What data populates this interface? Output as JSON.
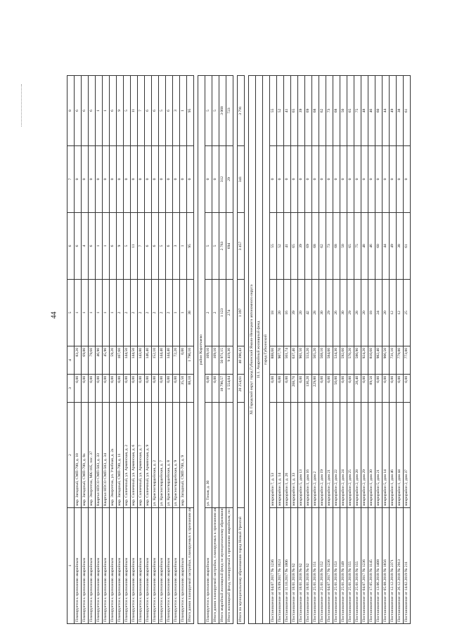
{
  "page_number": "44",
  "header": [
    "1",
    "2",
    "3",
    "4",
    "5",
    "6",
    "7",
    "8"
  ],
  "block1": [
    [
      "Планируется к признанию аварийным",
      "мкр. Западный, СМП-700, д. 18",
      "0,00",
      "83,20",
      "1",
      "6",
      "0",
      "6"
    ],
    [
      "Планируется к признанию аварийным",
      "мкр. Западный, СМП-700, д. 8а",
      "0,00",
      "69,80",
      "1",
      "4",
      "0",
      "6"
    ],
    [
      "Планируется к признанию аварийным",
      "мкр. Энергетик, МК-105, пос. 37",
      "0,00",
      "79,60",
      "1",
      "6",
      "0",
      "6"
    ],
    [
      "Планируется к признанию аварийным",
      "Квартал НПСО СМП-503, д. 33",
      "0,00",
      "46,90",
      "1",
      "1",
      "0",
      "1"
    ],
    [
      "Планируется к признанию аварийным",
      "Квартал НПСО СМП-503, д. 34",
      "0,00",
      "45,90",
      "1",
      "1",
      "0",
      "1"
    ],
    [
      "Планируется к признанию аварийным",
      "мкр. Энергетик, ул. Учебная, д. 2а",
      "0,00",
      "59,20",
      "1",
      "6",
      "0",
      "6"
    ],
    [
      "Планируется к признанию аварийным",
      "мкр. Западный, СМП-700, д. 11",
      "0,00",
      "107,60",
      "2",
      "9",
      "0",
      "9"
    ],
    [
      "Планируется к признанию аварийным",
      "мкр. Солнечный, ул. Армянская, д. 2",
      "0,00",
      "144,50",
      "2",
      "5",
      "0",
      "5"
    ],
    [
      "Планируется к признанию аварийным",
      "мкр. Солнечный, ул. Армянская, д. 6",
      "0,00",
      "144,50",
      "2",
      "11",
      "0",
      "11"
    ],
    [
      "Планируется к признанию аварийным",
      "мкр. Солнечный, ул. Армянская, д. 7",
      "0,00",
      "143,80",
      "2",
      "7",
      "0",
      "7"
    ],
    [
      "Планируется к признанию аварийным",
      "мкр. Солнечный, ул. Армянская, д. 9",
      "0,00",
      "146,40",
      "2",
      "6",
      "0",
      "6"
    ],
    [
      "Планируется к признанию аварийным",
      "ул. Красногвардейская, д. 2",
      "0,00",
      "152,10",
      "2",
      "6",
      "0",
      "6"
    ],
    [
      "Планируется к признанию аварийным",
      "ул. Красногвардейская, д. 7",
      "0,00",
      "144,40",
      "2",
      "5",
      "0",
      "5"
    ],
    [
      "Планируется к признанию аварийным",
      "ул. Красногвардейская, д. 8",
      "0,00",
      "144,40",
      "2",
      "6",
      "0",
      "6"
    ],
    [
      "Планируется к признанию аварийным",
      "ул. Красногвардейская, д. 9",
      "0,00",
      "72,20",
      "1",
      "3",
      "0",
      "3"
    ],
    [
      "Планируется к признанию аварийным",
      "мкр. Западный, СМП-700, д. 9",
      "35,50",
      "0,00",
      "1",
      "1",
      "0",
      "1"
    ]
  ],
  "block1_total": [
    "Итого домов планируемой застройки, планируемых к признанию аварийными, по городу Новому Уренгою",
    "",
    "88,10",
    "1 790,10",
    "38",
    "95",
    "0",
    "95"
  ],
  "block2_title": "район Коротчаево",
  "block2": [
    [
      "Планируется к признанию аварийным",
      "ул. Тихая, д. 30",
      "0,00",
      "109,10",
      "2",
      "5",
      "0",
      "5"
    ]
  ],
  "block2_totals": [
    [
      "Итого домов планируемой застройки, планируемых к признанию аварийными, по району Коротчаево",
      "",
      "0,00",
      "109,10",
      "2",
      "5",
      "0",
      "5"
    ],
    [
      "Итого аварийный жилищный фонд по муниципальному образованию город Новый Уренгой",
      "",
      "18 790,57",
      "50 971,15",
      "1 123",
      "2 763",
      "312",
      "3 068"
    ],
    [
      "Итого жилищный фонд, планируемый к признанию аварийным, по муниципальному образованию город Новый Уренгой",
      "",
      "1 554,04",
      "9 419,30",
      "274",
      "694",
      "29",
      "723"
    ]
  ],
  "grand_total": [
    "Итого по муниципальному образованию город Новый Уренгой",
    "",
    "20 254,61",
    "40 390,43",
    "1 397",
    "3 457",
    "341",
    "3 791"
  ],
  "section_title": "XI. Городской округ город Губкинский Ямало-Ненецкого автономного округа",
  "section_sub1": "11.1. Аварийный жилищный фонд",
  "section_sub2": "город Губкинский",
  "block3": [
    [
      "Постановление от 04.07.2017 № 1236",
      "микрорайон 7, д. 53",
      "0,00",
      "888,60",
      "18",
      "55",
      "0",
      "55"
    ],
    [
      "Постановление от 19.09.2017 № 1623",
      "микрорайон 3, д. 14",
      "0,00",
      "907,70",
      "20",
      "52",
      "0",
      "52"
    ],
    [
      "Постановление от 11.10.2017 № 1806",
      "микрорайон 1, д. 26",
      "0,00",
      "561,74",
      "16",
      "41",
      "0",
      "41"
    ],
    [
      "Постановление от 18.01.2018 № 62",
      "микрорайон 1, д. 33",
      "268,70",
      "637,40",
      "39",
      "65",
      "0",
      "65"
    ],
    [
      "Постановление от 18.01.2018 № 62",
      "микрорайон 5, дом 13",
      "0,00",
      "901,50",
      "20",
      "39",
      "0",
      "39"
    ],
    [
      "Постановление от 18.01.2018 № 62",
      "микрорайон 1, дом 16",
      "130,20",
      "553,20",
      "42",
      "69",
      "0",
      "69"
    ],
    [
      "Постановление от 25.01.2018 № 151",
      "микрорайон 2, дом 2",
      "229,80",
      "565,20",
      "28",
      "68",
      "0",
      "68"
    ],
    [
      "Постановление от 25.01.2018 № 152",
      "микрорайон 2, дом 19",
      "0,00",
      "568,10",
      "30",
      "62",
      "0",
      "62"
    ],
    [
      "Постановление от 04.07.2017 № 1236",
      "микрорайон 2, дом 21",
      "0,00",
      "584,00",
      "29",
      "73",
      "0",
      "73"
    ],
    [
      "Постановление от 25.01.2018 № 153",
      "микрорайон 2, дом 22",
      "50,00",
      "534,30",
      "26",
      "68",
      "0",
      "68"
    ],
    [
      "Постановление от 25.01.2018 № 149",
      "микрорайон 2, дом 24",
      "0,00",
      "592,60",
      "30",
      "50",
      "0",
      "50"
    ],
    [
      "Постановление от 25.01.2018 № 155",
      "микрорайон 2, дом 25",
      "0,00",
      "570,20",
      "29",
      "65",
      "0",
      "65"
    ],
    [
      "Постановление от 25.01.2018 № 155",
      "микрорайон 2, дом 28",
      "28,40",
      "580,90",
      "28",
      "75",
      "0",
      "75"
    ],
    [
      "Постановление от 04.07.2017 № 1236",
      "микрорайон 2, дом 29",
      "0,00",
      "924,20",
      "20",
      "48",
      "0",
      "48"
    ],
    [
      "Постановление от 17.05.2018 № 1145",
      "микрорайон 1, дом 30",
      "89,50",
      "810,60",
      "18",
      "46",
      "0",
      "46"
    ],
    [
      "Постановление от 13.06.2018 № 1408",
      "микрорайон 5, дом 21",
      "0,00",
      "982,40",
      "24",
      "60",
      "0",
      "60"
    ],
    [
      "Постановление от 05.08.2018 № 1856",
      "микрорайон 5, дом 14",
      "0,00",
      "906,50",
      "20",
      "44",
      "0",
      "44"
    ],
    [
      "Постановление от 12.12.2018 № 2371",
      "микрорайон 1, дом 46",
      "0,00",
      "731,10",
      "12",
      "49",
      "0",
      "49"
    ],
    [
      "Постановление от 26.12.2018 № 2913",
      "микрорайон 1, дом 44",
      "0,00",
      "779,80",
      "12",
      "38",
      "0",
      "38"
    ],
    [
      "Постановление от 14.02.2019 № 211",
      "микрорайон 2, дом 37",
      "0,00",
      "773,80",
      "25",
      "61",
      "0",
      "61"
    ]
  ]
}
